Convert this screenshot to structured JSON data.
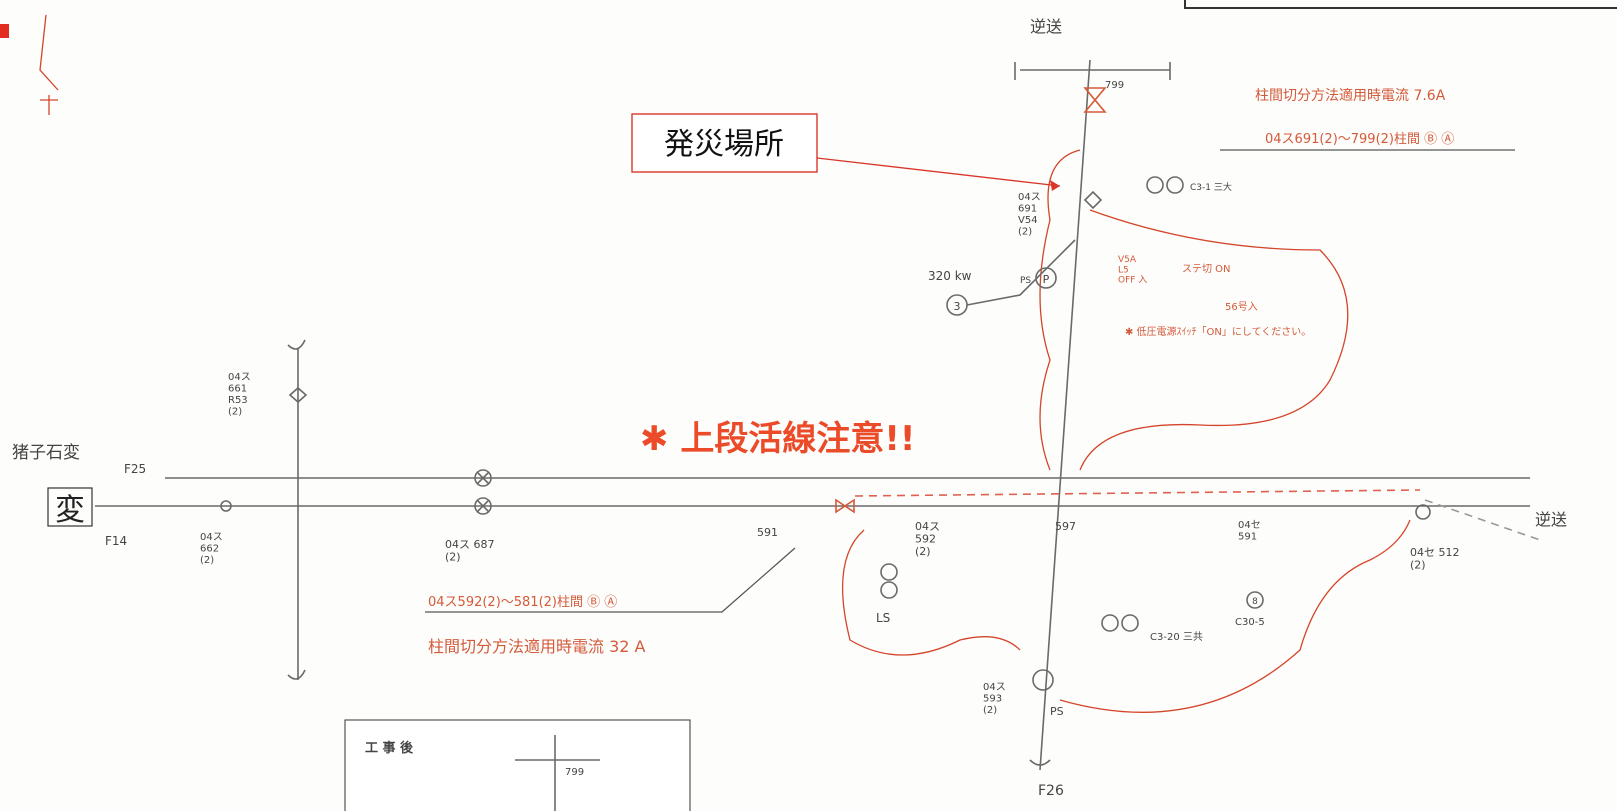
{
  "callout": {
    "label": "発災場所"
  },
  "warning": {
    "text": "✱ 上段活線注意!!"
  },
  "substation": {
    "name": "猪子石変",
    "symbol": "変",
    "feeder_upper": "F25",
    "feeder_lower": "F14"
  },
  "feeders": {
    "bottom": "F26",
    "right_end": "逆送",
    "top_end": "逆送"
  },
  "switch_labels": {
    "s661": "04ス\n661\nR53\n(2)",
    "s662": "04ス\n662\n(2)",
    "s687": "04ス 687\n(2)",
    "s591": "591",
    "s592": "04ス\n592\n(2)",
    "s593": "04ス\n593\n(2)",
    "s597": "597",
    "s591b": "04セ\n591",
    "s512": "04セ 512\n(2)",
    "s691": "04ス\n691\nV54\n(2)",
    "s799": "799"
  },
  "notes": {
    "top_current": "柱間切分方法適用時電流 7.6A",
    "top_range": "04ス691(2)～799(2)柱間 Ⓑ Ⓐ",
    "bottom_range": "04ス592(2)～581(2)柱間 Ⓑ Ⓐ",
    "bottom_current": "柱間切分方法適用時電流 32 A",
    "kw": "320 kw",
    "ps_top": "PS",
    "ps_bottom": "PS",
    "load_top": "C3-1 三大",
    "load_bottom": "C3-20 三共",
    "circle_3": "3",
    "circle_p": "P",
    "circle_8": "8",
    "ls": "LS",
    "c30_5": "C30-5",
    "red_note_1": "V5A\nL5\nOFF 入",
    "red_note_2": "ステ切 ON",
    "red_note_3": "56号入",
    "red_note_4": "✱ 低圧電源ｽｲｯﾁ「ON」にしてください。",
    "inset_title": "工 事 後",
    "inset_label": "799"
  },
  "colors": {
    "accent_red": "#e34a2b",
    "wire_gray": "#6a6a6a",
    "callout_border": "#d9372b"
  }
}
